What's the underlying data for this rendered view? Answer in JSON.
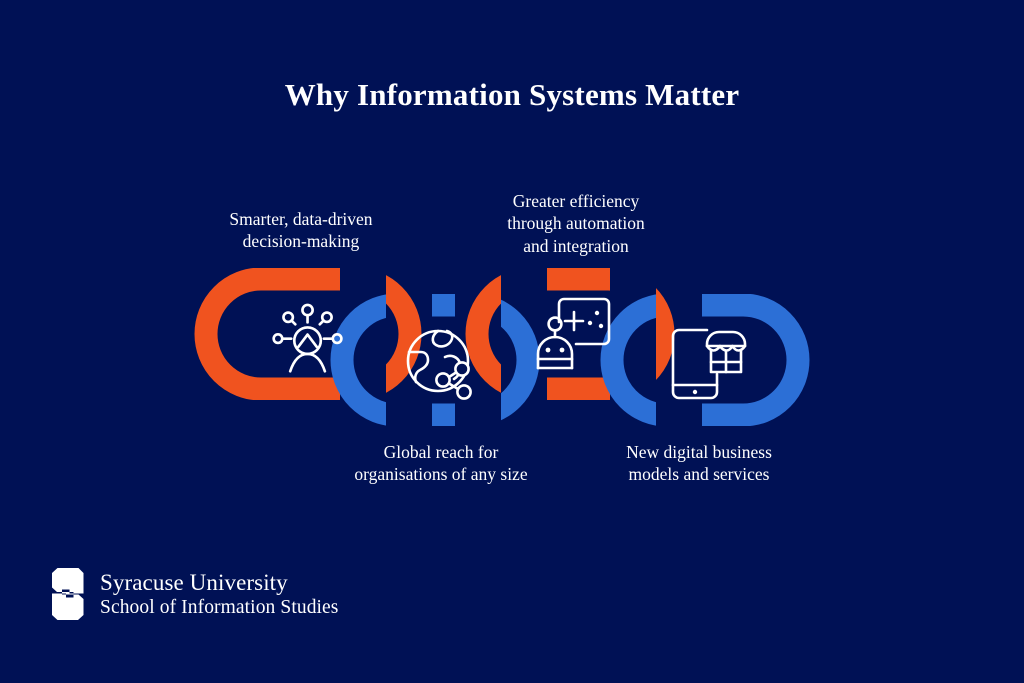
{
  "slide": {
    "title": "Why Information Systems Matter",
    "background_color": "#001155"
  },
  "colors": {
    "background": "#001155",
    "orange": "#F0531F",
    "blue": "#2C6FD6",
    "text": "#FFFFFF"
  },
  "chain": {
    "links": [
      {
        "id": "link-1",
        "color_name": "orange",
        "color": "#F0531F",
        "icon": "person-insights-icon",
        "caption": "Smarter, data-driven\ndecision-making",
        "caption_position": "above"
      },
      {
        "id": "link-2",
        "color_name": "blue",
        "color": "#2C6FD6",
        "icon": "globe-network-icon",
        "caption": "Global reach for\norganisations of any size",
        "caption_position": "below"
      },
      {
        "id": "link-3",
        "color_name": "orange",
        "color": "#F0531F",
        "icon": "robot-automation-icon",
        "caption": "Greater efficiency\nthrough automation\nand integration",
        "caption_position": "above"
      },
      {
        "id": "link-4",
        "color_name": "blue",
        "color": "#2C6FD6",
        "icon": "mobile-storefront-icon",
        "caption": "New digital business\nmodels and services",
        "caption_position": "below"
      }
    ]
  },
  "logo": {
    "mark": "syracuse-block-s-icon",
    "line1": "Syracuse University",
    "line2": "School of Information Studies"
  }
}
